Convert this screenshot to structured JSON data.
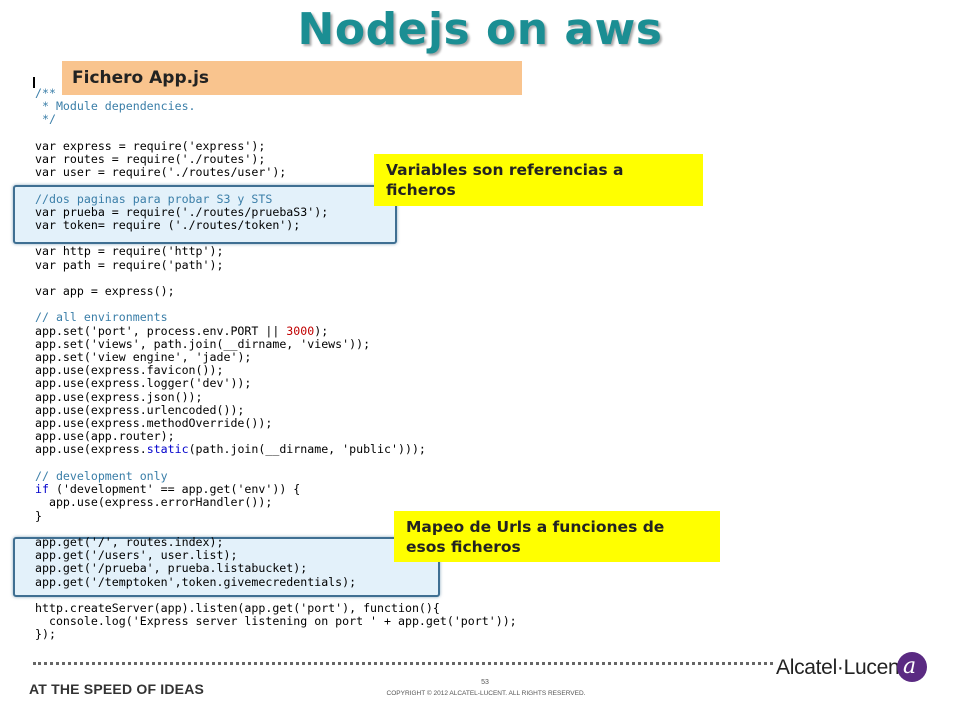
{
  "slide": {
    "title": "Nodejs on aws",
    "file_label": "Fichero App.js",
    "note_variables": "Variables son referencias a ficheros",
    "note_mapping": "Mapeo de Urls a funciones de esos ficheros"
  },
  "code": {
    "l01": "/**",
    "l02": " * Module dependencies.",
    "l03": " */",
    "l05a": "var express = require(",
    "l05b": "'express'",
    "l05c": ");",
    "l06a": "var routes = require(",
    "l06b": "'./routes'",
    "l06c": ");",
    "l07a": "var user = require(",
    "l07b": "'./routes/user'",
    "l07c": ");",
    "l09": "//dos paginas para probar S3 y STS",
    "l10a": "var prueba = require(",
    "l10b": "'./routes/pruebaS3'",
    "l10c": ");",
    "l11a": "var token= require (",
    "l11b": "'./routes/token'",
    "l11c": ");",
    "l13a": "var http = require(",
    "l13b": "'http'",
    "l13c": ");",
    "l14a": "var path = require(",
    "l14b": "'path'",
    "l14c": ");",
    "l16": "var app = express();",
    "l18": "// all environments",
    "l19a": "app.set(",
    "l19b": "'port'",
    "l19c": ", process.env.PORT || ",
    "l19d": "3000",
    "l19e": ");",
    "l20a": "app.set(",
    "l20b": "'views'",
    "l20c": ", path.join(__dirname, ",
    "l20d": "'views'",
    "l20e": "));",
    "l21a": "app.set(",
    "l21b": "'view engine'",
    "l21c": ", ",
    "l21d": "'jade'",
    "l21e": ");",
    "l22": "app.use(express.favicon());",
    "l23a": "app.use(express.logger(",
    "l23b": "'dev'",
    "l23c": "));",
    "l24": "app.use(express.json());",
    "l25": "app.use(express.urlencoded());",
    "l26": "app.use(express.methodOverride());",
    "l27": "app.use(app.router);",
    "l28a": "app.use(express.",
    "l28b": "static",
    "l28c": "(path.join(__dirname, ",
    "l28d": "'public'",
    "l28e": ")));",
    "l30": "// development only",
    "l31a": "if",
    "l31b": " (",
    "l31c": "'development'",
    "l31d": " == app.get(",
    "l31e": "'env'",
    "l31f": ")) {",
    "l32": "  app.use(express.errorHandler());",
    "l33": "}",
    "l35a": "app.get(",
    "l35b": "'/'",
    "l35c": ", routes.index);",
    "l36a": "app.get(",
    "l36b": "'/users'",
    "l36c": ", user.list);",
    "l37a": "app.get(",
    "l37b": "'/prueba'",
    "l37c": ", prueba.listabucket);",
    "l38a": "app.get(",
    "l38b": "'/temptoken'",
    "l38c": ",token.givemecredentials);",
    "l40a": "http.createServer(app).listen(app.get(",
    "l40b": "'port'",
    "l40c": "), function(){",
    "l41a": "  console.log(",
    "l41b": "'Express server listening on port '",
    "l41c": " + app.get(",
    "l41d": "'port'",
    "l41e": "));",
    "l42": "});"
  },
  "footer": {
    "brand": "Alcatel·Lucent",
    "logo_glyph": "a",
    "tagline": "AT THE SPEED OF IDEAS",
    "page_number": "53",
    "copyright": "COPYRIGHT © 2012 ALCATEL-LUCENT.  ALL RIGHTS RESERVED."
  },
  "colors": {
    "title": "#1b8e93",
    "file_label_bg": "#f9c48e",
    "note_bg": "#ffff00",
    "highlight_bg": "#e3f1fa",
    "highlight_border": "#3f6f92",
    "comment": "#3a7ea8",
    "number": "#c00000",
    "keyword": "#0000cc",
    "logo": "#5a2a82"
  }
}
